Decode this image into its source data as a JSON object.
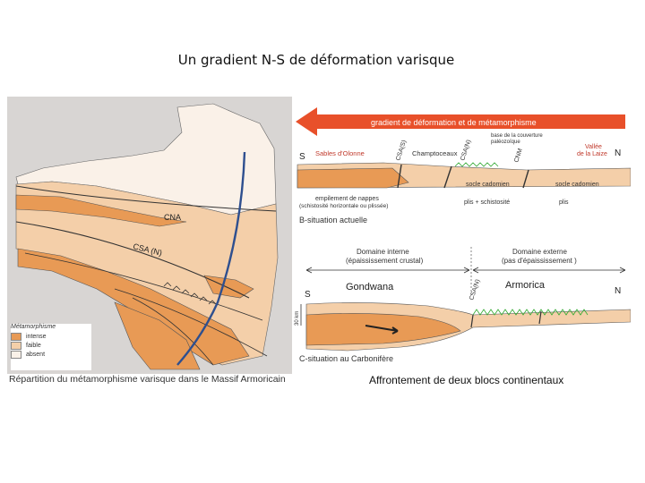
{
  "title": "Un gradient N-S de déformation varisque",
  "map": {
    "caption": "Répartition du métamorphisme varisque dans le Massif Armoricain",
    "label_cna": "CNA",
    "label_csa": "CSA (N)",
    "legend": {
      "title": "Métamorphisme",
      "items": [
        {
          "label": "intense",
          "color": "#e89a55"
        },
        {
          "label": "faible",
          "color": "#f4cfa9"
        },
        {
          "label": "absent",
          "color": "#faf1e8"
        }
      ]
    }
  },
  "section_b": {
    "arrow_label": "gradient de déformation et de métamorphisme",
    "label_s": "S",
    "label_n": "N",
    "sables": "Sables d'Olonne",
    "champtoceaux": "Champtoceaux",
    "csa_s": "CSA(S)",
    "csa_n": "CSA(N)",
    "cnm": "CNM",
    "base_couverture_1": "base de la couverture",
    "base_couverture_2": "paléozoïque",
    "vallee_1": "Vallée",
    "vallee_2": "de la Laize",
    "socle_1": "socle cadomien",
    "socle_2": "socle cadomien",
    "empilement_1": "empilement de nappes",
    "empilement_2": "(schistosité horizontale ou plissée)",
    "plis_schist": "plis + schistosité",
    "plis": "plis",
    "situation": "B-situation actuelle"
  },
  "section_c": {
    "domaine_interne": "Domaine interne",
    "epaississement": "(épaississement crustal)",
    "domaine_externe": "Domaine externe",
    "pas_epaississement": "(pas d'épaississement )",
    "gondwana": "Gondwana",
    "armorica": "Armorica",
    "label_s": "S",
    "label_n": "N",
    "csa_n": "CSA(N)",
    "scale": "30 km",
    "situation": "C-situation au Carbonifère"
  },
  "bottom_caption": "Affrontement de deux blocs continentaux",
  "colors": {
    "intense": "#e89a55",
    "faible": "#f4cfa9",
    "absent": "#faf1e8",
    "arrow": "#e8502a",
    "trend_line": "#2e4f8f"
  }
}
